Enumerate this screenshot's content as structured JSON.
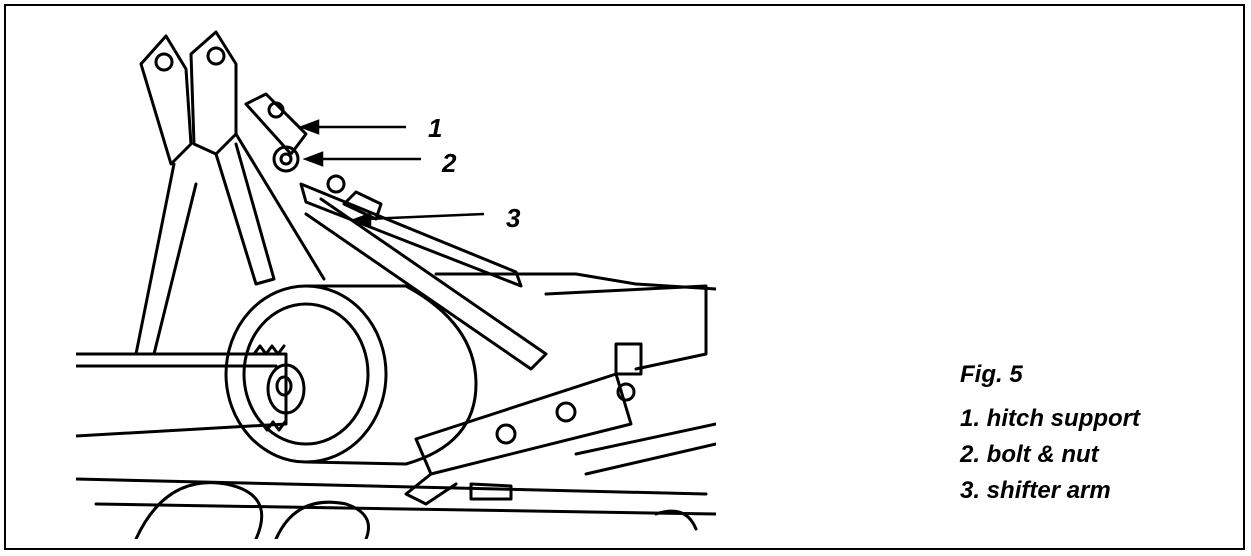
{
  "figure": {
    "title": "Fig. 5",
    "legend": [
      "1. hitch support",
      "2. bolt & nut",
      "3. shifter arm"
    ]
  },
  "callouts": [
    "1",
    "2",
    "3"
  ]
}
